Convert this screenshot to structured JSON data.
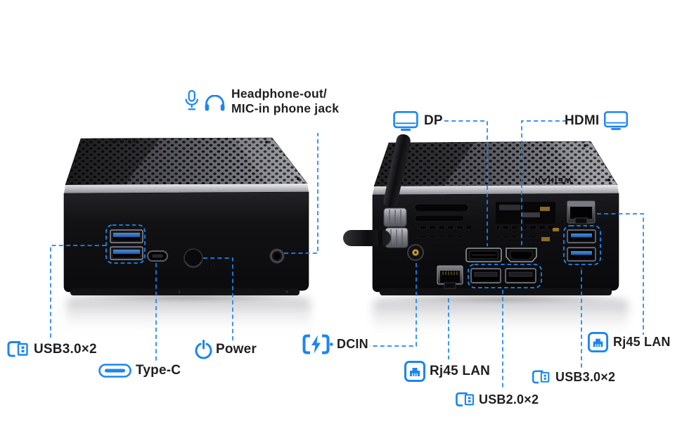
{
  "colors": {
    "accent": "#1b86f0",
    "label_text": "#1f1f1f"
  },
  "brand": "WEIHAN",
  "front_view": {
    "labels": {
      "headphone_line1": "Headphone-out/",
      "headphone_line2": "MIC-in phone jack",
      "usb3": "USB3.0×2",
      "type_c": "Type-C",
      "power": "Power"
    }
  },
  "back_view": {
    "labels": {
      "dp": "DP",
      "hdmi": "HDMI",
      "dcin": "DCIN",
      "rj45_bottom": "Rj45 LAN",
      "usb2": "USB2.0×2",
      "usb3": "USB3.0×2",
      "rj45_top": "Rj45 LAN"
    }
  }
}
